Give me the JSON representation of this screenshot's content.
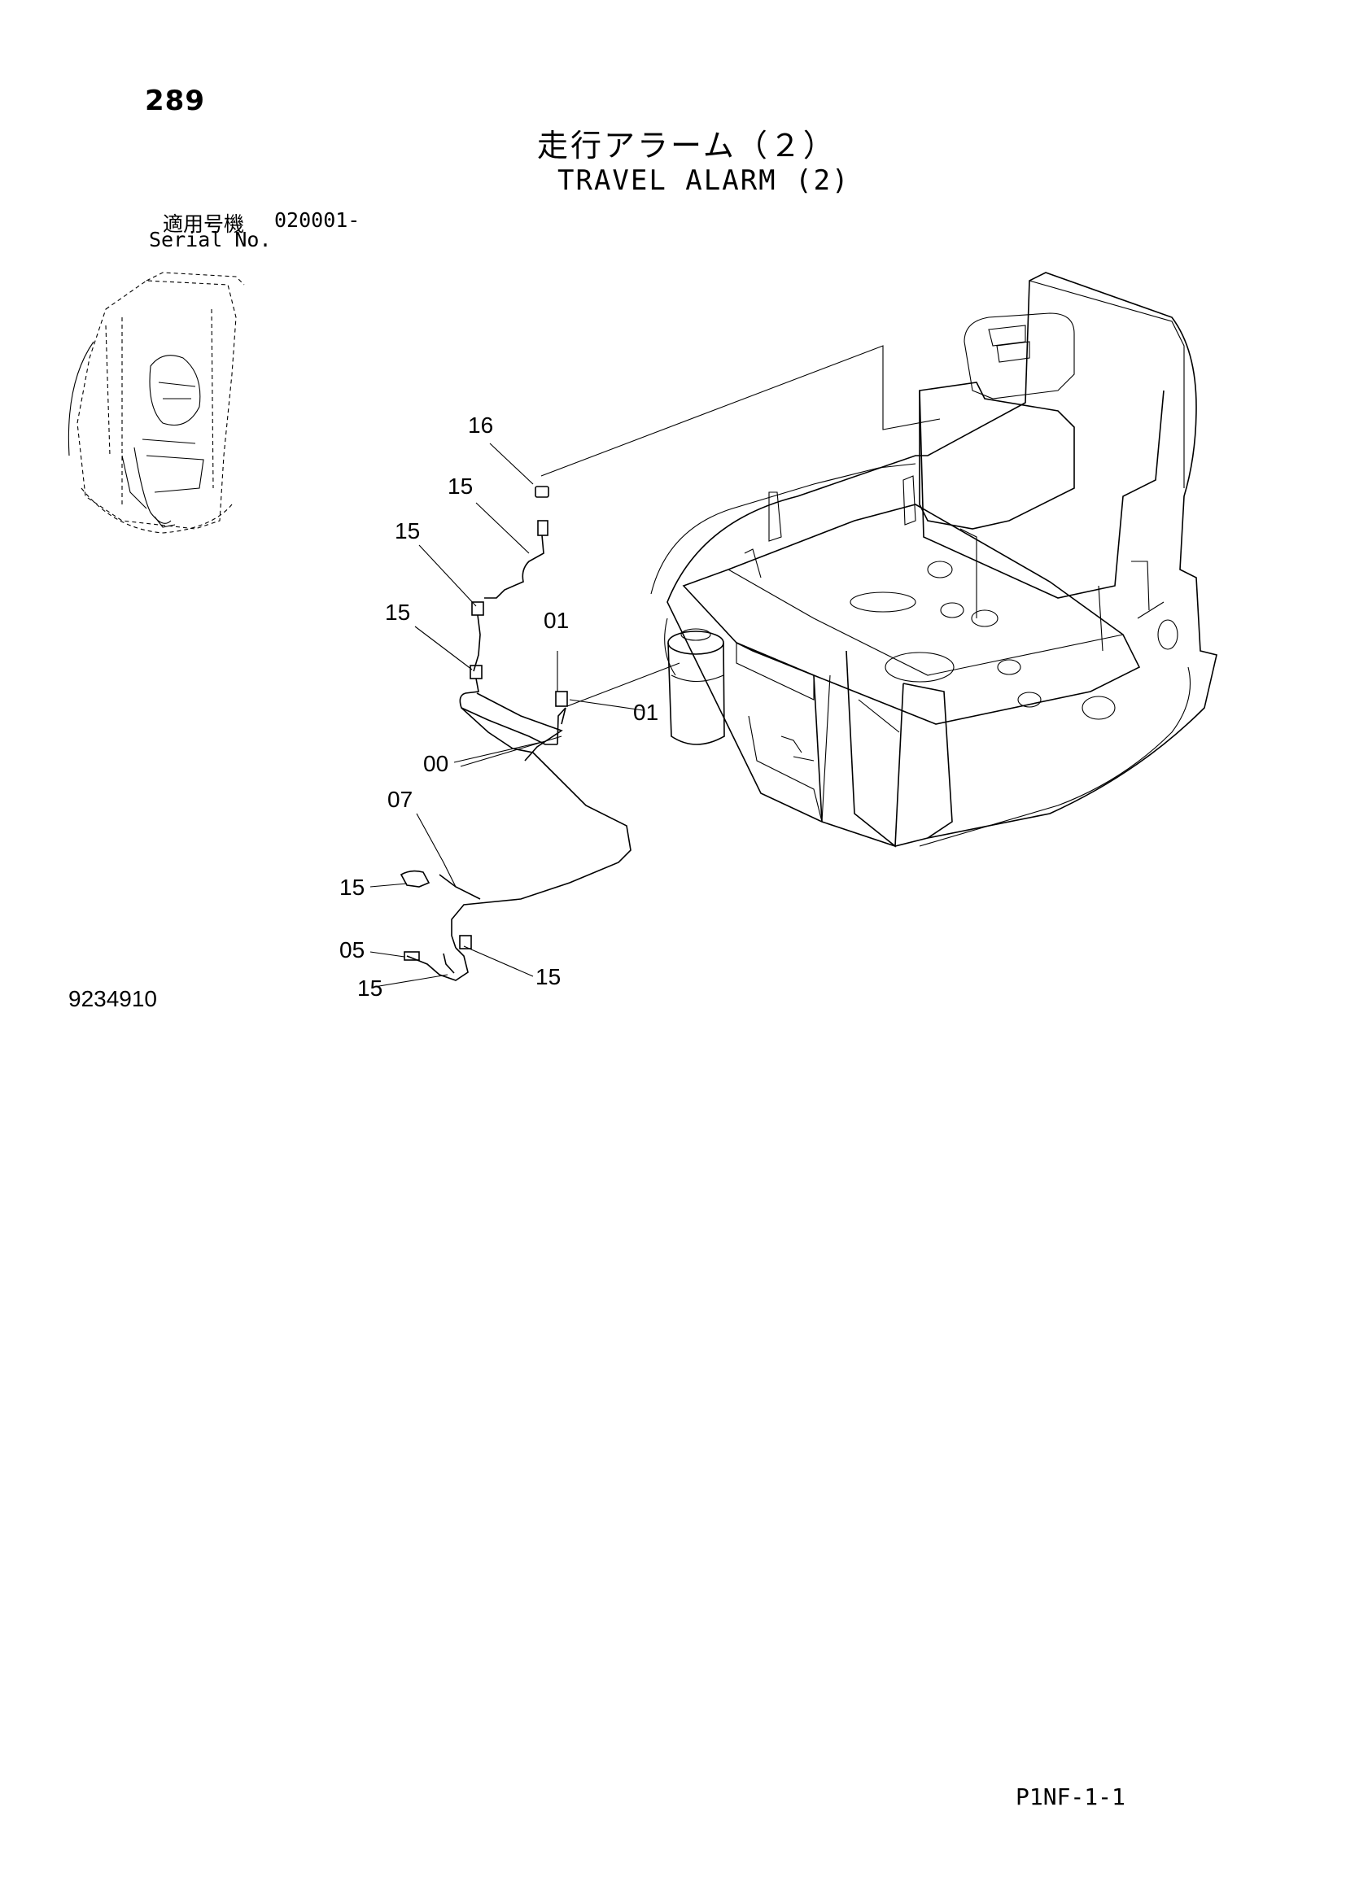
{
  "page_number": "289",
  "title_jp": "走行アラーム（２）",
  "title_en": "TRAVEL ALARM (2)",
  "serial": {
    "label_jp": "適用号機",
    "value": "020001-",
    "label_en": "Serial No."
  },
  "drawing_number": "9234910",
  "footer_code": "P1NF-1-1",
  "callouts": [
    "16",
    "15",
    "15",
    "15",
    "01",
    "01",
    "00",
    "07",
    "15",
    "05",
    "15",
    "15"
  ]
}
